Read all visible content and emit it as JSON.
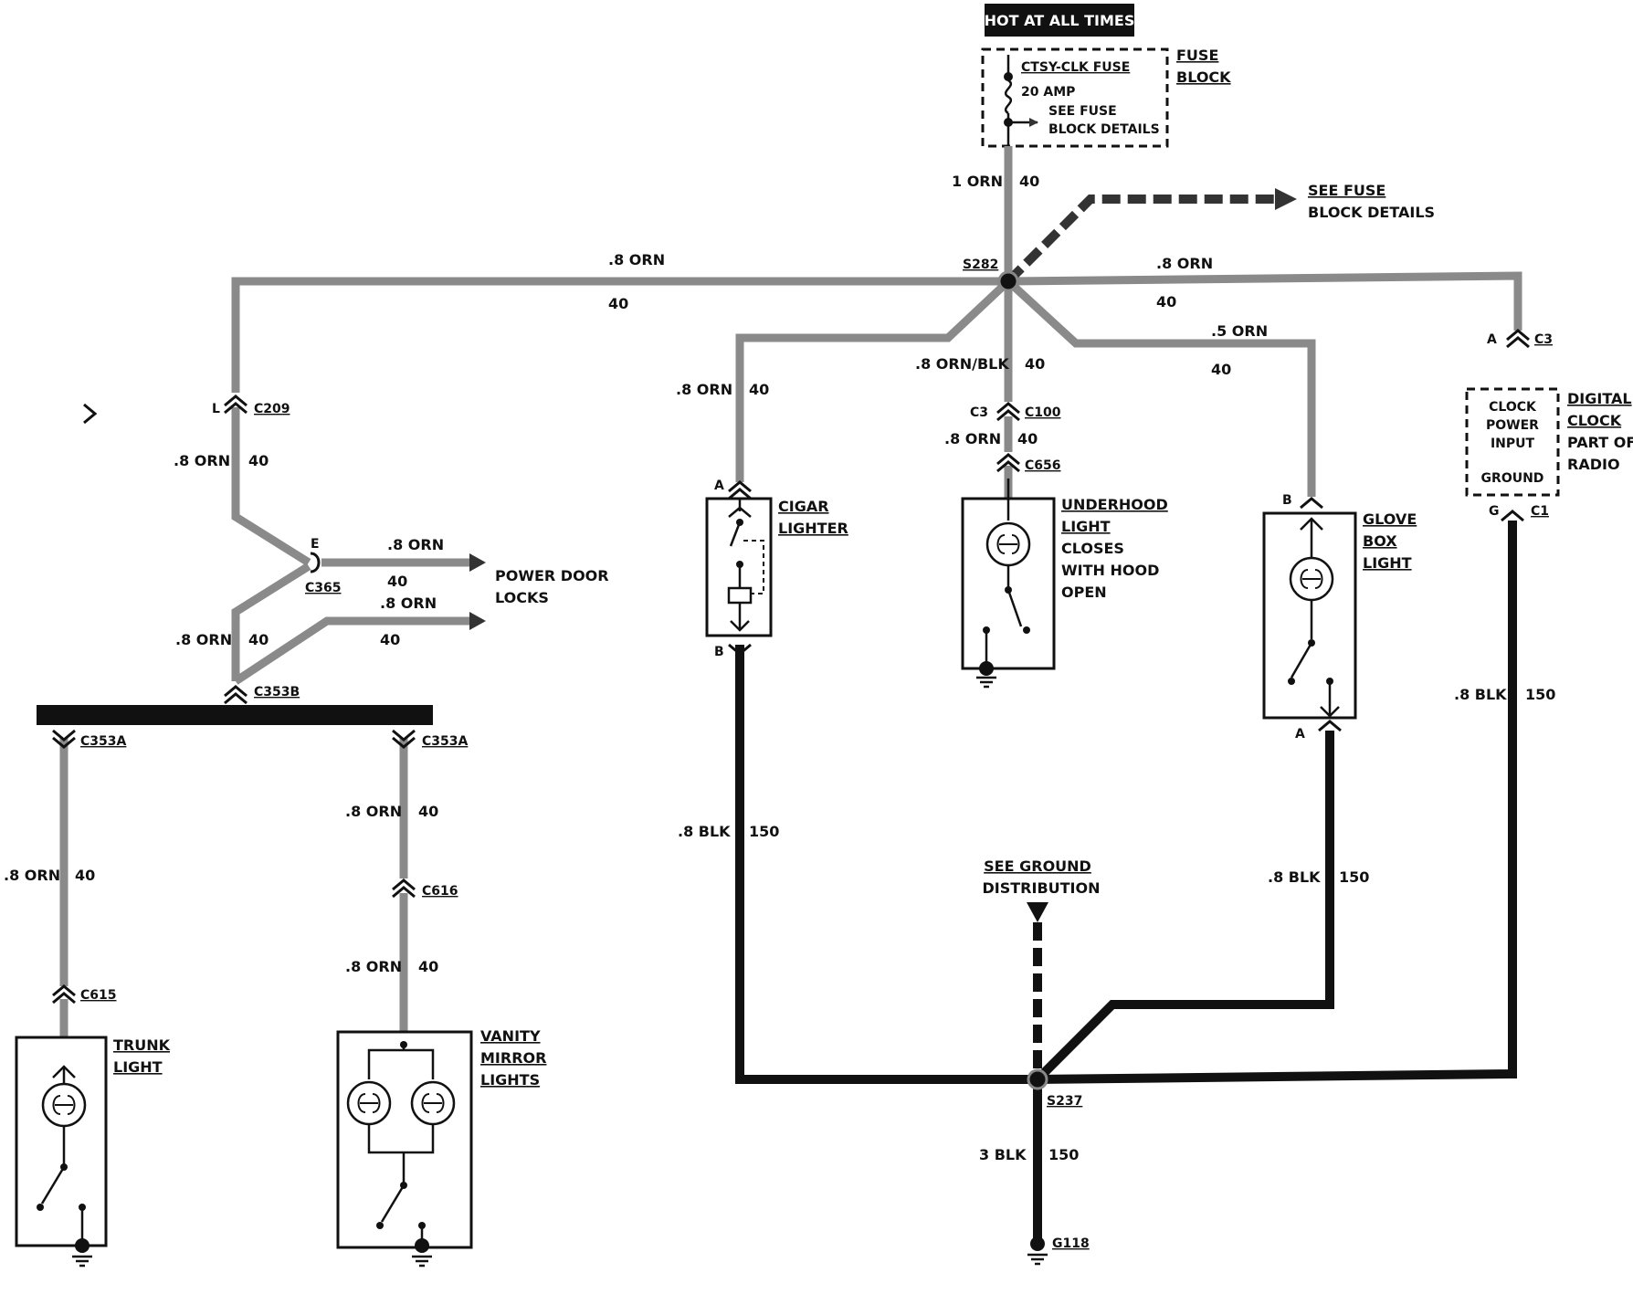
{
  "header": {
    "hot_label": "HOT AT ALL TIMES"
  },
  "fuse_block": {
    "fuse_name": "CTSY-CLK FUSE",
    "amp": "20 AMP",
    "see_details_1": "SEE FUSE",
    "see_details_2": "BLOCK DETAILS",
    "title_1": "FUSE",
    "title_2": "BLOCK"
  },
  "see_fuse_right": {
    "line1": "SEE FUSE",
    "line2": "BLOCK DETAILS"
  },
  "splices": {
    "s282": "S282",
    "s237": "S237"
  },
  "wire_labels": {
    "main_feed_gauge": "1 ORN",
    "main_feed_circuit": "40",
    "left_bus_gauge": ".8 ORN",
    "left_bus_circuit": "40",
    "right_bus_gauge": ".8 ORN",
    "right_bus_circuit": "40",
    "glove_feed_gauge": ".5 ORN",
    "glove_feed_circuit": "40",
    "underhood_feed_gauge": ".8 ORN/BLK",
    "underhood_feed_circuit": "40",
    "underhood_feed2_gauge": ".8 ORN",
    "underhood_feed2_circuit": "40",
    "cigar_feed_gauge": ".8 ORN",
    "cigar_feed_circuit": "40",
    "c209_down_gauge": ".8 ORN",
    "c209_down_circuit": "40",
    "pdl_upper_gauge": ".8 ORN",
    "pdl_upper_circuit": "40",
    "pdl_lower_gauge": ".8 ORN",
    "pdl_lower_circuit": "40",
    "c353b_up_gauge": ".8 ORN",
    "c353b_up_circuit": "40",
    "trunk_gauge": ".8 ORN",
    "trunk_circuit": "40",
    "vanity_upper_gauge": ".8 ORN",
    "vanity_upper_circuit": "40",
    "vanity_lower_gauge": ".8 ORN",
    "vanity_lower_circuit": "40",
    "cigar_ground_gauge": ".8 BLK",
    "cigar_ground_circuit": "150",
    "glove_ground_gauge": ".8 BLK",
    "glove_ground_circuit": "150",
    "clock_ground_gauge": ".8 BLK",
    "clock_ground_circuit": "150",
    "main_ground_gauge": "3 BLK",
    "main_ground_circuit": "150"
  },
  "connectors": {
    "c209": "C209",
    "c209_pin": "L",
    "c365": "C365",
    "c365_pin": "E",
    "c353b": "C353B",
    "c353a_left": "C353A",
    "c353a_right": "C353A",
    "c615": "C615",
    "c616": "C616",
    "c100": "C100",
    "c100_pin": "C3",
    "c656": "C656",
    "c3": "C3",
    "c3_pin": "A",
    "c1": "C1",
    "c1_pin": "G",
    "cigar_pin_a": "A",
    "cigar_pin_b": "B",
    "glove_pin_b": "B",
    "glove_pin_a": "A"
  },
  "components": {
    "power_door_locks_1": "POWER DOOR",
    "power_door_locks_2": "LOCKS",
    "cigar_1": "CIGAR",
    "cigar_2": "LIGHTER",
    "underhood_1": "UNDERHOOD",
    "underhood_2": "LIGHT",
    "underhood_3": "CLOSES",
    "underhood_4": "WITH HOOD",
    "underhood_5": "OPEN",
    "glove_1": "GLOVE",
    "glove_2": "BOX",
    "glove_3": "LIGHT",
    "clock_box_1": "CLOCK",
    "clock_box_2": "POWER",
    "clock_box_3": "INPUT",
    "clock_box_4": "GROUND",
    "clock_1": "DIGITAL",
    "clock_2": "CLOCK",
    "clock_3": "PART OF",
    "clock_4": "RADIO",
    "trunk_1": "TRUNK",
    "trunk_2": "LIGHT",
    "vanity_1": "VANITY",
    "vanity_2": "MIRROR",
    "vanity_3": "LIGHTS"
  },
  "ground": {
    "see_1": "SEE GROUND",
    "see_2": "DISTRIBUTION",
    "g118": "G118"
  }
}
